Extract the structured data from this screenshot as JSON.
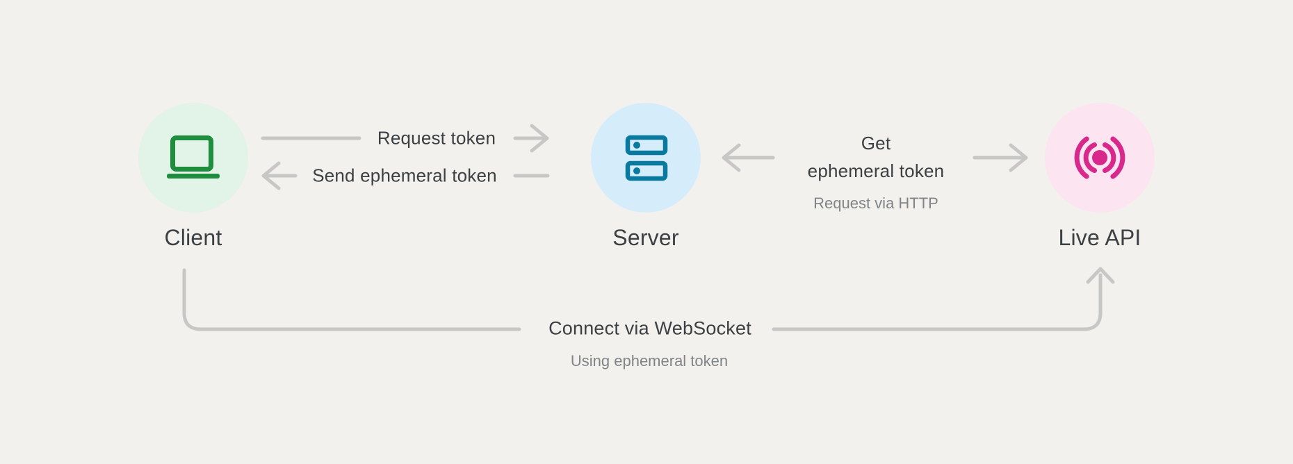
{
  "colors": {
    "background": "#f2f1ee",
    "arrow": "#c7c7c5",
    "label_text": "#3c4043",
    "sublabel_text": "#818487"
  },
  "nodes": [
    {
      "label": "Client",
      "icon": "laptop-icon",
      "circle_color": "#e2f3e7",
      "icon_color": "#1e8e3e"
    },
    {
      "label": "Server",
      "icon": "server-icon",
      "circle_color": "#d5edfb",
      "icon_color": "#0a799e"
    },
    {
      "label": "Live API",
      "icon": "broadcast-icon",
      "circle_color": "#fce4f1",
      "icon_color": "#d9288c"
    }
  ],
  "edges": {
    "request_token": {
      "label": "Request token"
    },
    "send_ephemeral_token": {
      "label": "Send ephemeral token"
    },
    "get_ephemeral_token": {
      "line1": "Get",
      "line2": "ephemeral token",
      "sublabel": "Request via HTTP"
    },
    "connect_websocket": {
      "label": "Connect via WebSocket",
      "sublabel": "Using ephemeral token"
    }
  }
}
